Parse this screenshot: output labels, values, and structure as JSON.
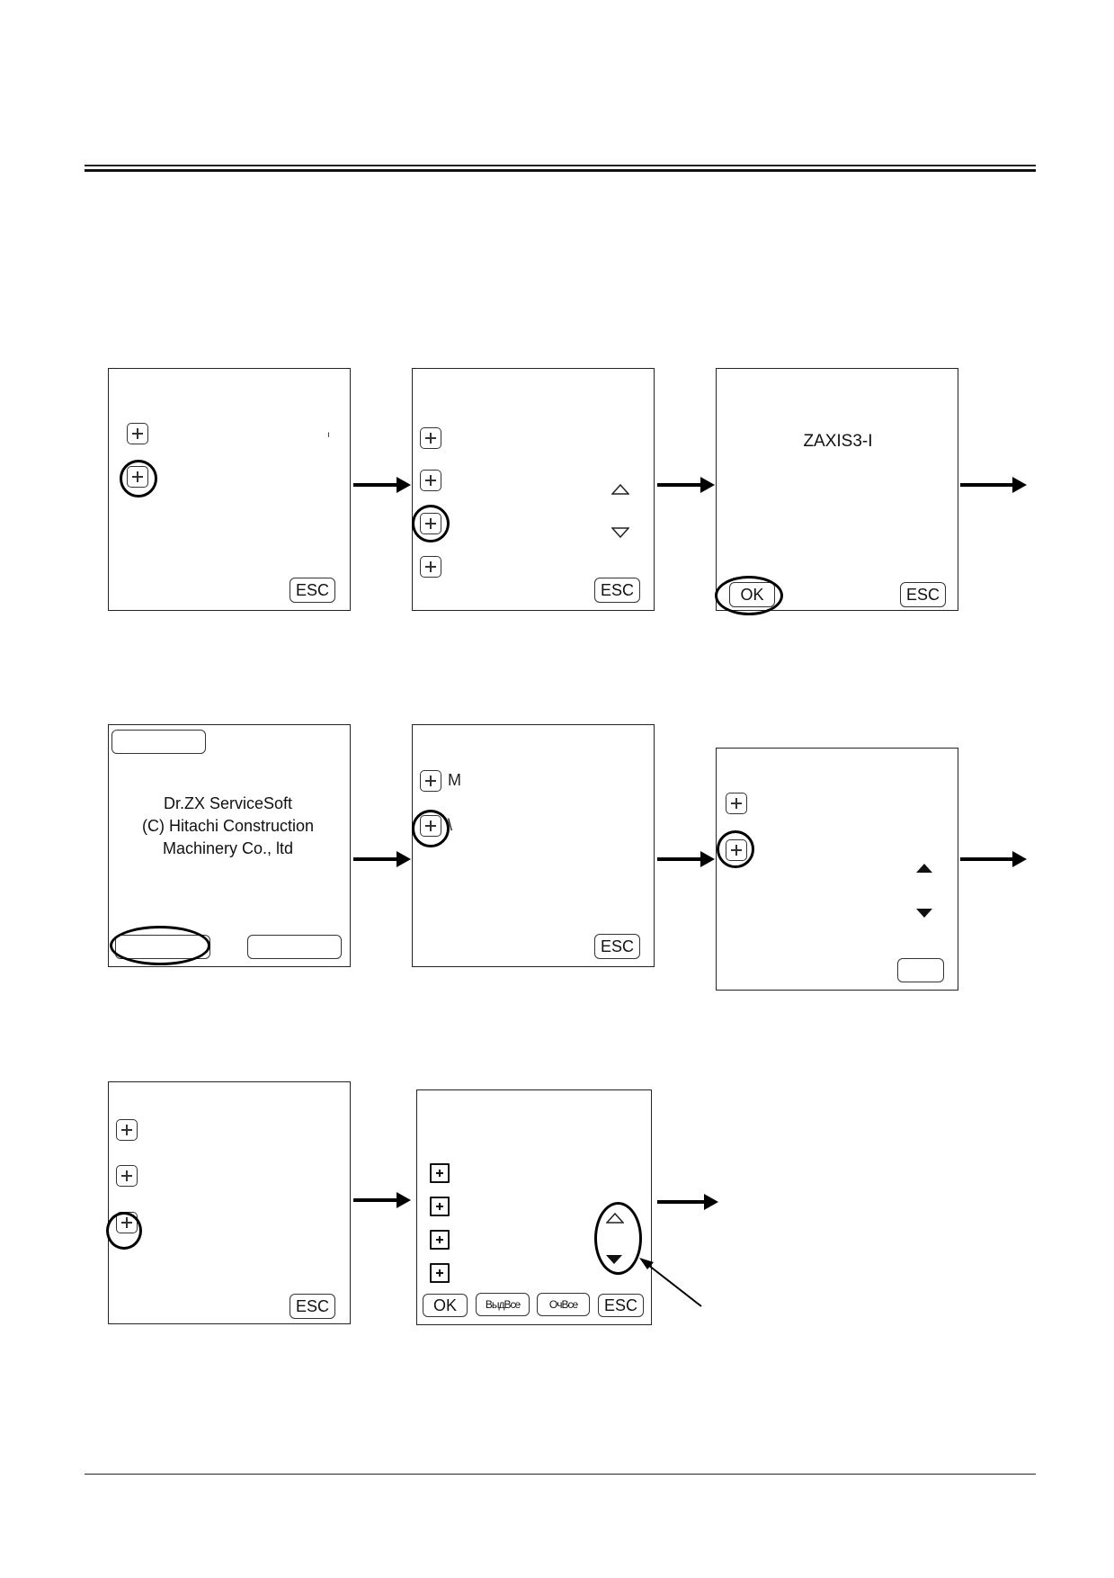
{
  "panels": {
    "p3": {
      "model_text": "ZAXIS3-I",
      "ok_label": "OK",
      "esc_label": "ESC"
    },
    "p1": {
      "esc_label": "ESC"
    },
    "p2": {
      "esc_label": "ESC"
    },
    "p4": {
      "line1": "Dr.ZX ServiceSoft",
      "line2": "(C) Hitachi Construction",
      "line3": "Machinery Co., ltd"
    },
    "p5": {
      "esc_label": "ESC",
      "frag1": "M",
      "frag2": "\\"
    },
    "p7": {
      "esc_label": "ESC"
    },
    "p8": {
      "ok_label": "OK",
      "select_all_label": "ВыдВсе",
      "clear_all_label": "ОчВсе",
      "esc_label": "ESC"
    }
  },
  "icons": {
    "plus": "plus-icon",
    "scroll_up": "triangle-up-icon",
    "scroll_down": "triangle-down-icon",
    "flow_arrow": "arrow-right-icon"
  }
}
